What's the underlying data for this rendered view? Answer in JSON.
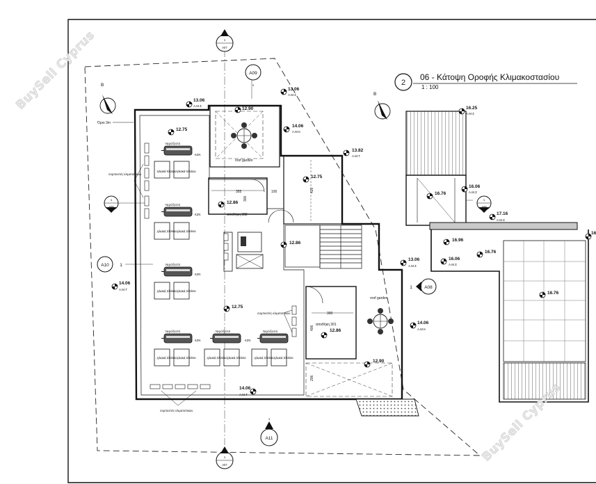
{
  "drawing": {
    "title": "06 - Κάτοψη Οροφής Κλιμακοστασίου",
    "title_number": "2",
    "scale": "1 : 100",
    "boundary_note": "Όριο 3m"
  },
  "section_markers": {
    "a07_top": "A07",
    "a07_bottom": "A07",
    "a09": "A09",
    "a10": "A10",
    "a11": "A11",
    "a06_left": "A06",
    "a06_right": "A06",
    "a08": "A08",
    "b_left": "B",
    "b_right": "B",
    "one": "1"
  },
  "levels": {
    "l1306_a": "13.06",
    "ams_a": "Α.Μ.Σ",
    "l1306_b": "13.06",
    "ams_b": "Α.Μ.Σ",
    "l1290_a": "12.90",
    "l1406_a": "14.06",
    "amk_a": "Α.Μ.Κ",
    "l1382": "13.82",
    "amt_a": "Α.Μ.Τ",
    "l1275_a": "12.75",
    "l1275_b": "12.75",
    "l1286_a": "12.86",
    "l1286_b": "12.86",
    "l1406_b": "14.06",
    "amt_b": "Α.Μ.Τ",
    "l1275_c": "12.75",
    "l1306_c": "13.06",
    "ams_c": "Α.Μ.Σ",
    "l1406_c": "14.06",
    "amk_b": "Α.Μ.Κ",
    "l1286_c": "12.86",
    "l1290_b": "12.90",
    "l1406_d": "14.06",
    "amt_c": "Α.Μ.Τ",
    "l1625": "16.25",
    "ams_d": "Α.Μ.Σ",
    "l1606_a": "16.06",
    "ams_e": "Α.Μ.Σ",
    "l1676_a": "16.76",
    "l1716": "17.16",
    "ams_f": "Α.Μ.Σ",
    "l1696": "16.96",
    "l1606_b": "16.06",
    "ams_g": "Α.Μ.Σ",
    "l1676_b": "16.76",
    "l1676_c": "16.76",
    "l16_edge": "16"
  },
  "rooms": {
    "roof_garden_1": "roof garden",
    "roof_garden_2": "roof garden",
    "storage_302": "αποθήκη 302",
    "storage_301": "αποθήκη 301"
  },
  "dimensions": {
    "d355": "355",
    "d100": "100",
    "d300a": "300",
    "d420": "420",
    "d300b": "300",
    "d406": "406",
    "d206": "206"
  },
  "equipment": {
    "solar_panels": "ηλιακά πλαίσια",
    "water_tank": "Νερό/ζεστό",
    "kzn": "KZN",
    "ac_units": "συμπιεστές κλιματιστικών"
  }
}
